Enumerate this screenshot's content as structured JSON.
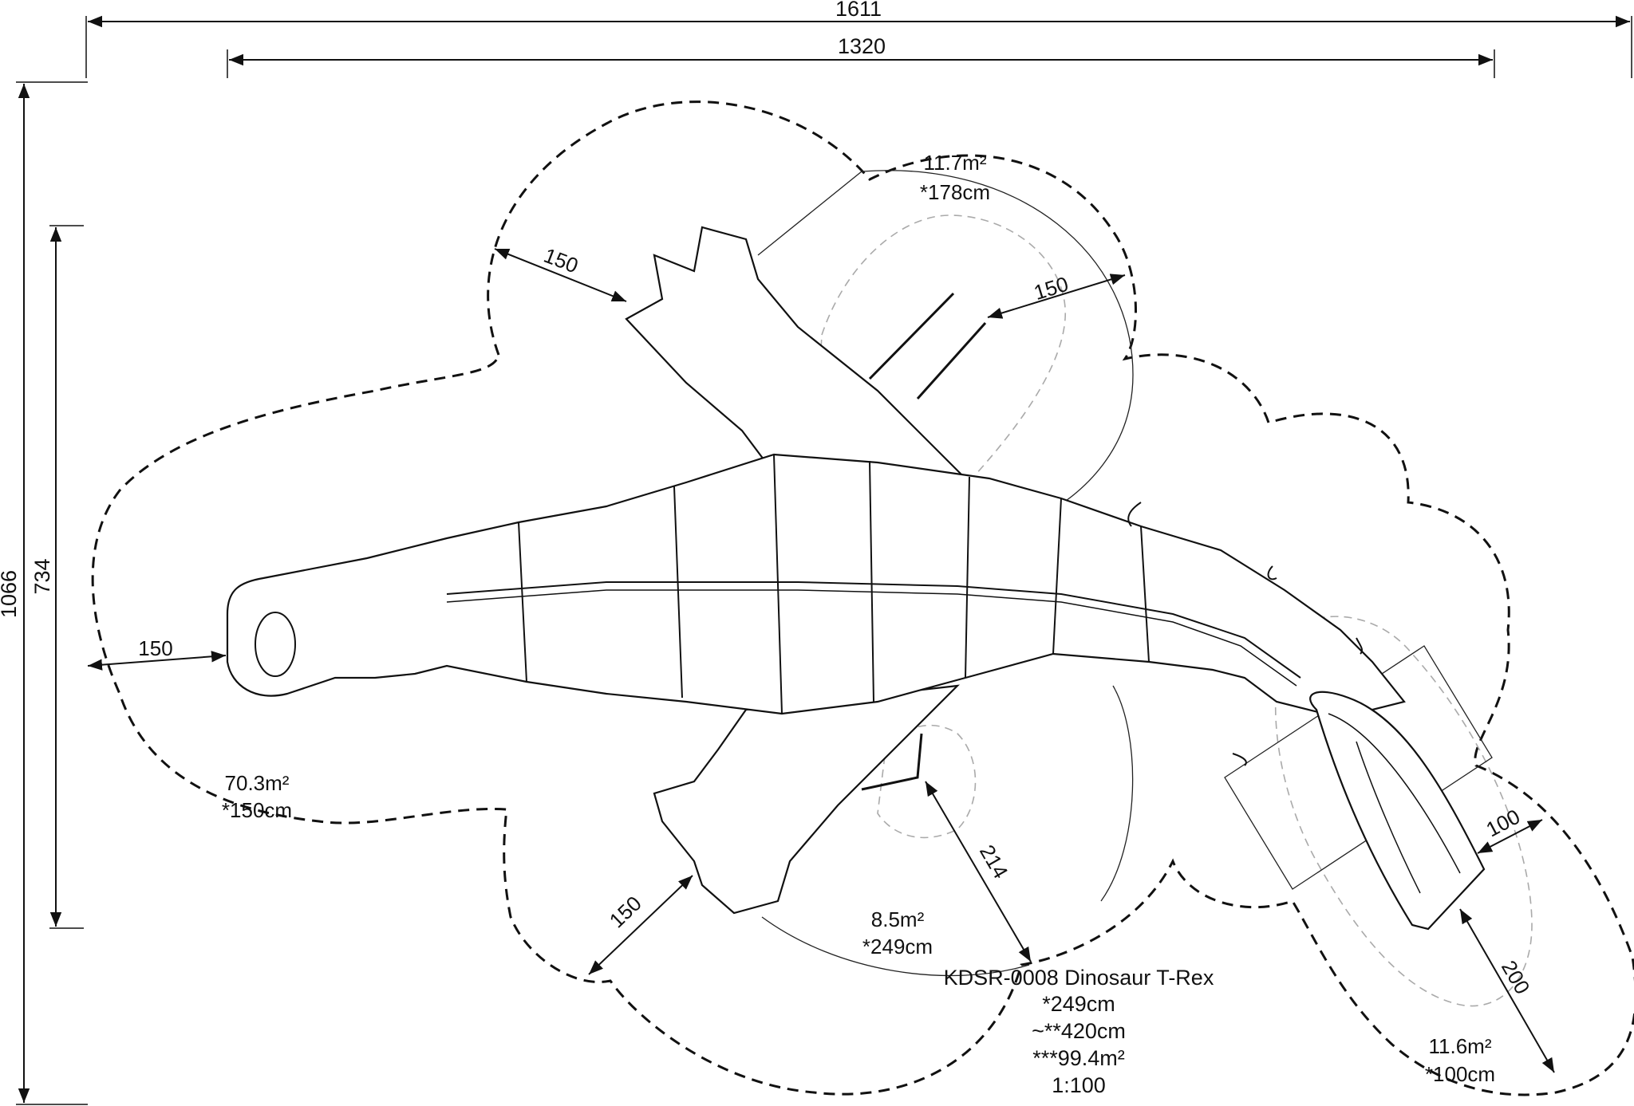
{
  "dimensions": {
    "overall_width": "1611",
    "structure_width": "1320",
    "overall_height": "1066",
    "structure_height": "734",
    "clearance_top_left": "150",
    "clearance_top_right": "150",
    "clearance_left": "150",
    "clearance_bottom_left": "150",
    "clearance_slide_side": "214",
    "clearance_slide_width": "100",
    "clearance_slide_end": "200"
  },
  "zones": {
    "main_area": "70.3m²",
    "main_height": "*150cm",
    "top_area": "11.7m²",
    "top_height": "*178cm",
    "middle_area": "8.5m²",
    "middle_height": "*249cm",
    "slide_area": "11.6m²",
    "slide_height": "*100cm"
  },
  "product": {
    "title": "KDSR-0008 Dinosaur T-Rex",
    "fall_height": "*249cm",
    "free_height": "~**420cm",
    "total_area": "***99.4m²",
    "scale": "1:100"
  },
  "colors": {
    "line": "#111111",
    "hatch": "#bbbbbb",
    "background": "#ffffff"
  }
}
